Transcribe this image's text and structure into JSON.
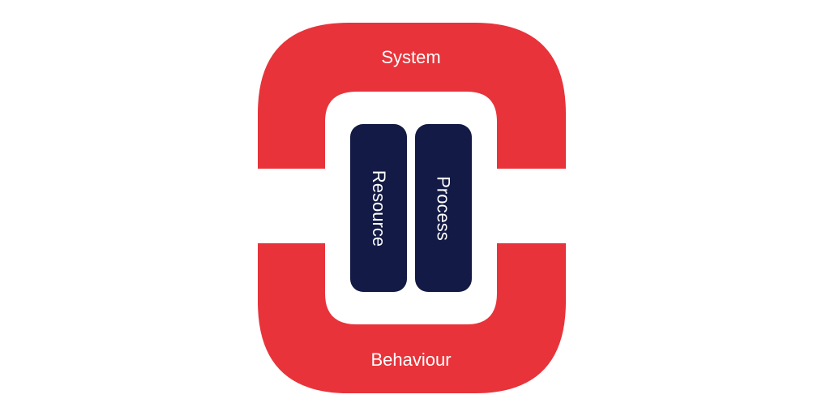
{
  "diagram": {
    "outer_label_top": "System",
    "outer_label_bottom": "Behaviour",
    "inner_left": "Resource",
    "inner_right": "Process"
  },
  "colors": {
    "ring": "#e8333a",
    "pill": "#131a45",
    "background": "#ffffff"
  }
}
